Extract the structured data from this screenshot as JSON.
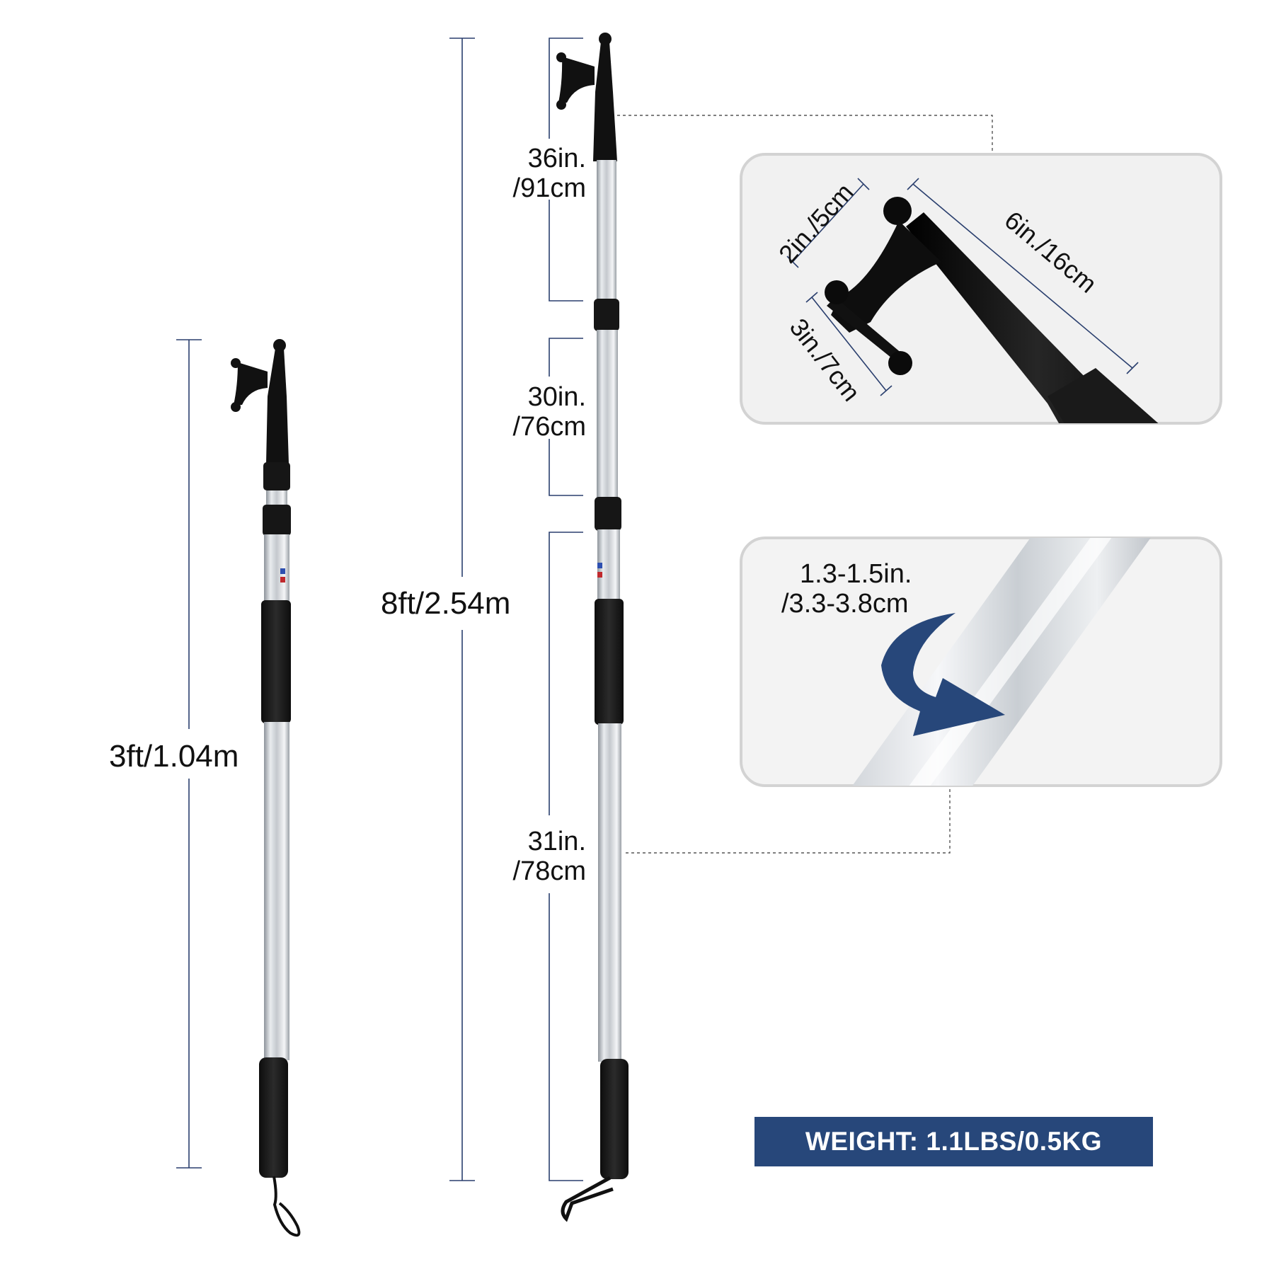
{
  "dimensions": {
    "short_height": "3ft/1.04m",
    "full_height": "8ft/2.54m",
    "sections": [
      {
        "in": "36in.",
        "cm": "/91cm"
      },
      {
        "in": "30in.",
        "cm": "/76cm"
      },
      {
        "in": "31in.",
        "cm": "/78cm"
      }
    ]
  },
  "hook_detail": {
    "width": "2in./5cm",
    "length": "6in./16cm",
    "prong_span": "3in./7cm"
  },
  "tube_detail": {
    "diameter_in": "1.3-1.5in.",
    "diameter_cm": "/3.3-3.8cm"
  },
  "weight_label": "WEIGHT: 1.1LBS/0.5KG",
  "colors": {
    "accent": "#27477a",
    "dimension_line": "#2a3f6e",
    "aluminum": "#c9cdd2",
    "grip": "#1a1a1a"
  }
}
